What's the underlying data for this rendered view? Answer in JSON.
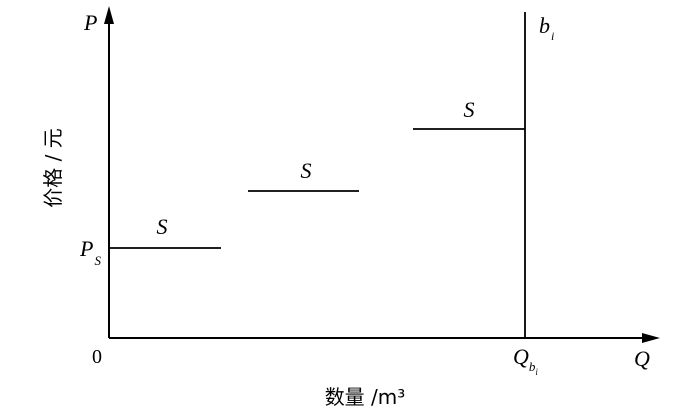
{
  "axes": {
    "y_symbol": "P",
    "x_symbol": "Q",
    "origin": "0",
    "y_title": "价格 / 元",
    "x_title": "数量 /m³"
  },
  "marks": {
    "ps_base": "P",
    "ps_sub": "S",
    "q_base": "Q",
    "q_sub_base": "b",
    "q_sub_sub": "i",
    "bi_base": "b",
    "bi_sub": "i"
  },
  "segments": [
    {
      "label": "S"
    },
    {
      "label": "S"
    },
    {
      "label": "S"
    }
  ],
  "colors": {
    "ink": "#000000",
    "background": "#ffffff"
  }
}
